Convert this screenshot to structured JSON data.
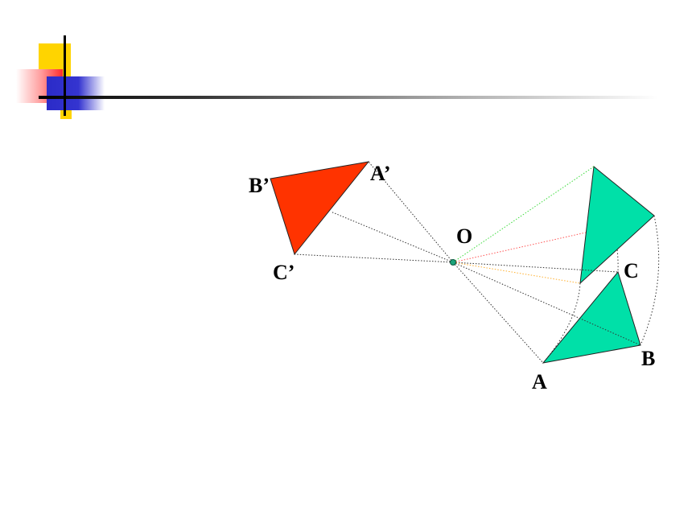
{
  "labels": {
    "O": "O",
    "A": "A",
    "B": "B",
    "C": "C",
    "A_prime": "A’",
    "B_prime": "B’",
    "C_prime": "C’"
  },
  "colors": {
    "original_triangle": "#00e0a8",
    "rotated_triangle": "#00e0a8",
    "image_triangle": "#ff3300",
    "center_point": "#1aa37a",
    "accent_yellow": "#ffd400",
    "accent_blue": "#2b2bc8",
    "accent_red": "#ff2a2a"
  }
}
